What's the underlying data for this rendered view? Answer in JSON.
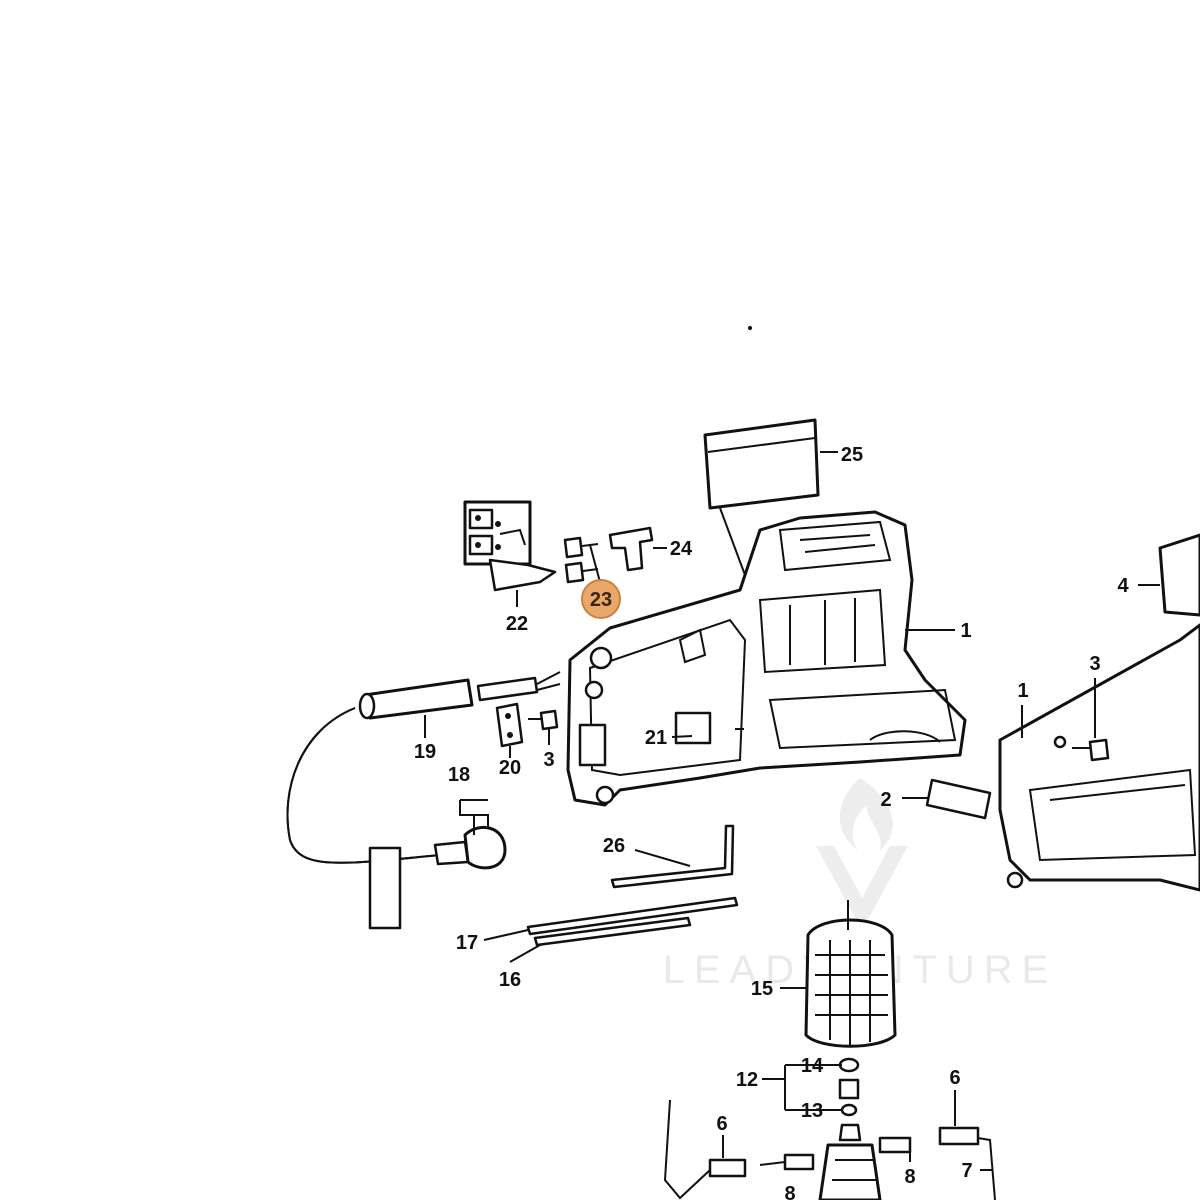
{
  "diagram": {
    "part_labels": {
      "p1": "1",
      "p1b": "1",
      "p2": "2",
      "p3": "3",
      "p3b": "3",
      "p4": "4",
      "p6": "6",
      "p6b": "6",
      "p7": "7",
      "p8": "8",
      "p8b": "8",
      "p12": "12",
      "p13": "13",
      "p14": "14",
      "p15": "15",
      "p16": "16",
      "p17": "17",
      "p18": "18",
      "p19": "19",
      "p20": "20",
      "p21": "21",
      "p22": "22",
      "p24": "24",
      "p25": "25",
      "p26": "26"
    },
    "highlighted_label": "23",
    "highlight_color": "#e8a86a",
    "watermark_text": "LEADVENTURE"
  }
}
